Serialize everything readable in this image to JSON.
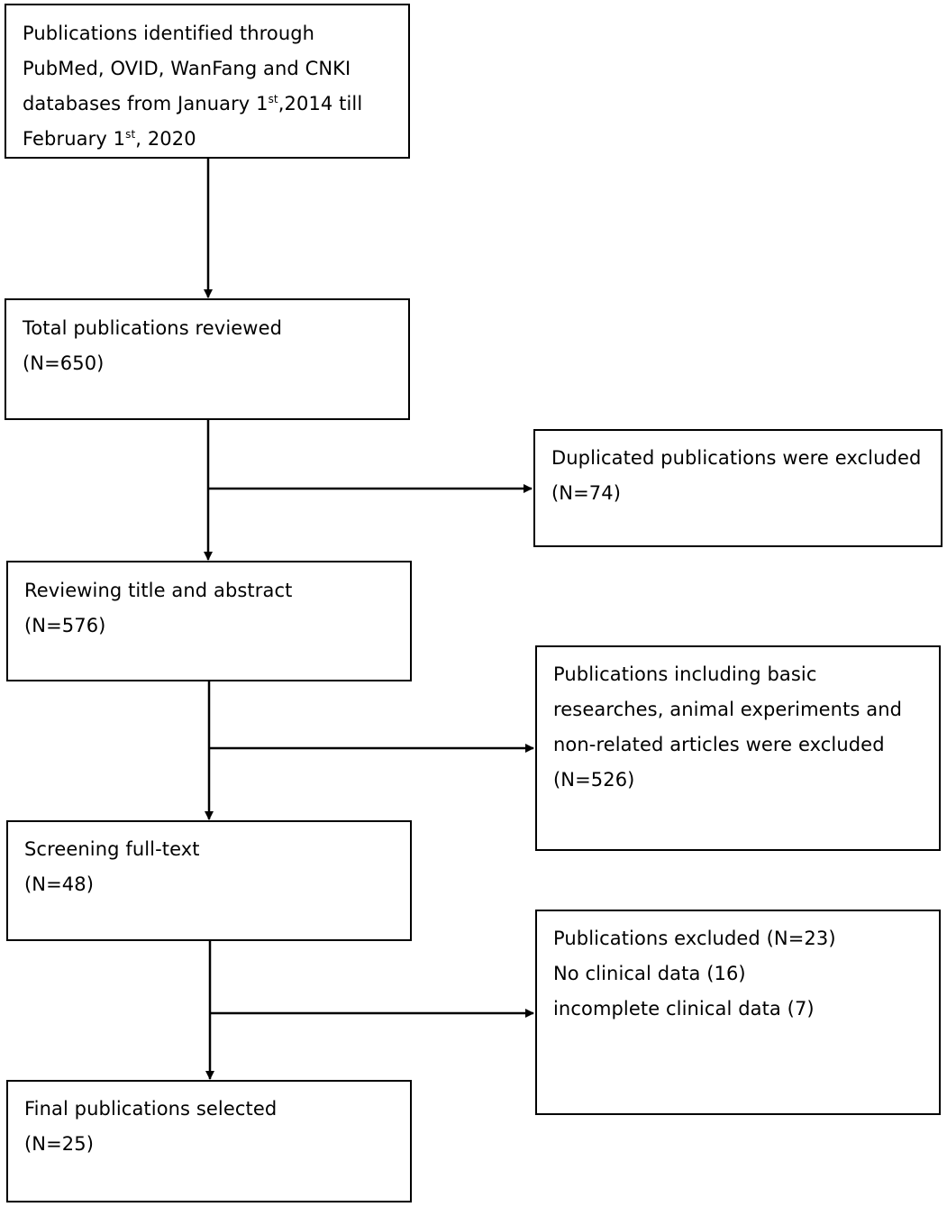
{
  "flowchart": {
    "identified": {
      "line1": "Publications identified through",
      "line2": "PubMed, OVID, WanFang and CNKI",
      "line3_pre": "databases from January 1",
      "line3_sup": "st",
      "line3_post": ",2014 till",
      "line4_pre": "February 1",
      "line4_sup": "st",
      "line4_post": ", 2020"
    },
    "total_reviewed": {
      "line1": "Total publications reviewed",
      "count": "(N=650)"
    },
    "duplicates_excluded": {
      "line1": "Duplicated publications were excluded",
      "count": "(N=74)"
    },
    "title_abstract": {
      "line1": "Reviewing title and abstract",
      "count": "(N=576)"
    },
    "basic_excluded": {
      "line1": "Publications including basic",
      "line2": "researches, animal experiments and",
      "line3": "non-related articles were excluded",
      "count": "(N=526)"
    },
    "full_text": {
      "line1": "Screening full-text",
      "count": "(N=48)"
    },
    "fulltext_excluded": {
      "line1": "Publications excluded (N=23)",
      "line2": "No clinical data (16)",
      "line3": "incomplete clinical data (7)"
    },
    "final_selected": {
      "line1": "Final publications selected",
      "count": "(N=25)"
    }
  }
}
